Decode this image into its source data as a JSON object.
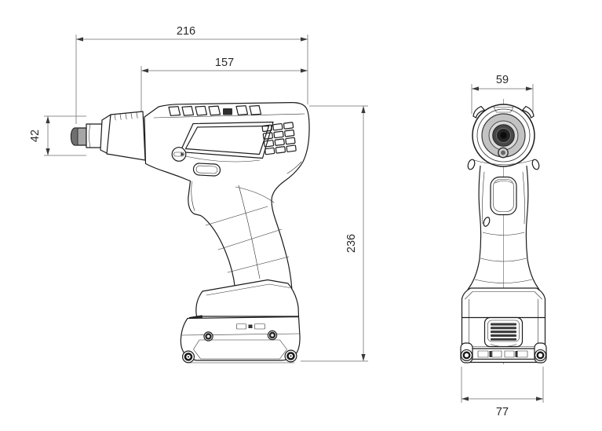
{
  "drawing": {
    "background_color": "#ffffff",
    "outline_color": "#1c1c1c",
    "dimension_line_color": "#8f8f8f",
    "dimension_text_color": "#2b2b2b",
    "dimensions": {
      "overall_length": "216",
      "upper_body_length": "157",
      "front_section_height": "42",
      "overall_height": "236",
      "head_width": "59",
      "base_width": "77"
    }
  }
}
